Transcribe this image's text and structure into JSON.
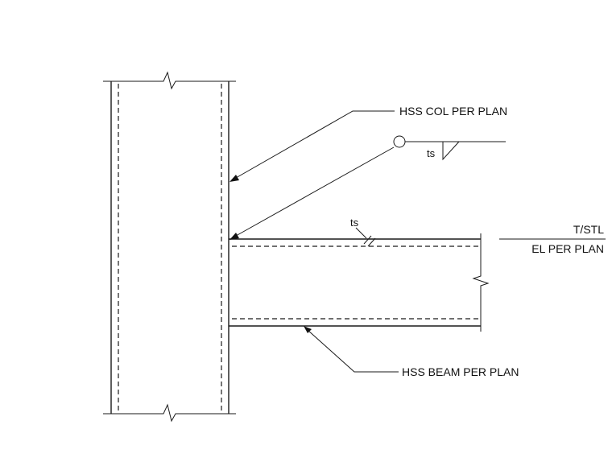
{
  "labels": {
    "column": "HSS COL PER PLAN",
    "beam": "HSS BEAM PER PLAN",
    "weld_size_top": "ts",
    "weld_size_flange": "ts",
    "elevation_line1": "T/STL",
    "elevation_line2": "EL PER PLAN"
  }
}
